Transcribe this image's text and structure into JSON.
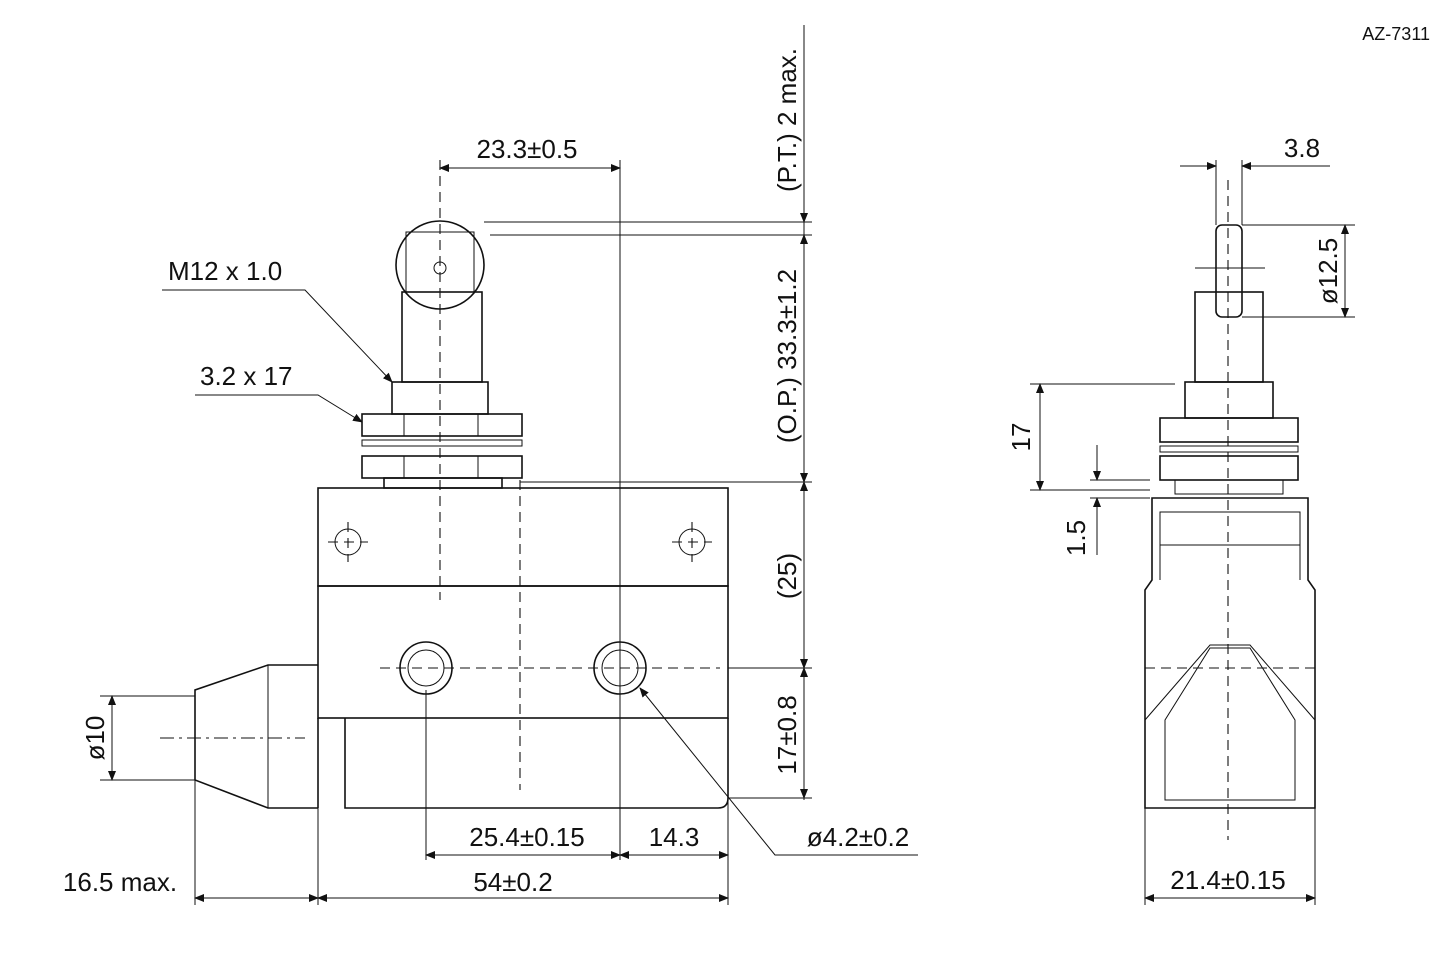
{
  "part_number": "AZ-7311",
  "front_view": {
    "roller_offset": "23.3±0.5",
    "thread": "M12 x 1.0",
    "nut": "3.2 x 17",
    "pretravel": "(P.T.) 2 max.",
    "operating_position": "(O.P.) 33.3±1.2",
    "body_height": "(25)",
    "hole_height": "17±0.8",
    "hole_pitch": "25.4±0.15",
    "hole_edge": "14.3",
    "hole_diameter": "ø4.2±0.2",
    "body_length": "54±0.2",
    "boot_length": "16.5 max.",
    "cable_diameter": "ø10"
  },
  "side_view": {
    "roller_width": "3.8",
    "roller_diameter": "ø12.5",
    "bushing_height": "17",
    "washer": "1.5",
    "body_width": "21.4±0.15"
  }
}
